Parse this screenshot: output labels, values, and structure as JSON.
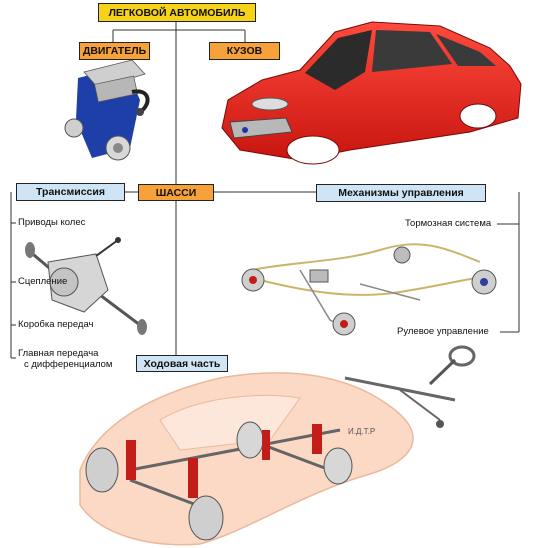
{
  "title": "ЛЕГКОВОЙ АВТОМОБИЛЬ",
  "level1": {
    "engine": "ДВИГАТЕЛЬ",
    "body": "КУЗОВ"
  },
  "chassis": {
    "title": "ШАССИ"
  },
  "transmission": {
    "title": "Трансмиссия",
    "parts": [
      "Приводы колес",
      "Сцепление",
      "Коробка передач",
      "Главная передача",
      "с дифференциалом"
    ]
  },
  "controls": {
    "title": "Механизмы управления",
    "parts": [
      "Тормозная система",
      "Рулевое управление"
    ]
  },
  "running_gear": {
    "title": "Ходовая часть"
  },
  "watermark": "И.Д.Т.Р",
  "colors": {
    "title_bg": "#f6d219",
    "level_bg": "#f6a13a",
    "sub_bg": "#cfe4f4",
    "car_red": "#e8241f",
    "engine_blue": "#1f3fa8"
  }
}
